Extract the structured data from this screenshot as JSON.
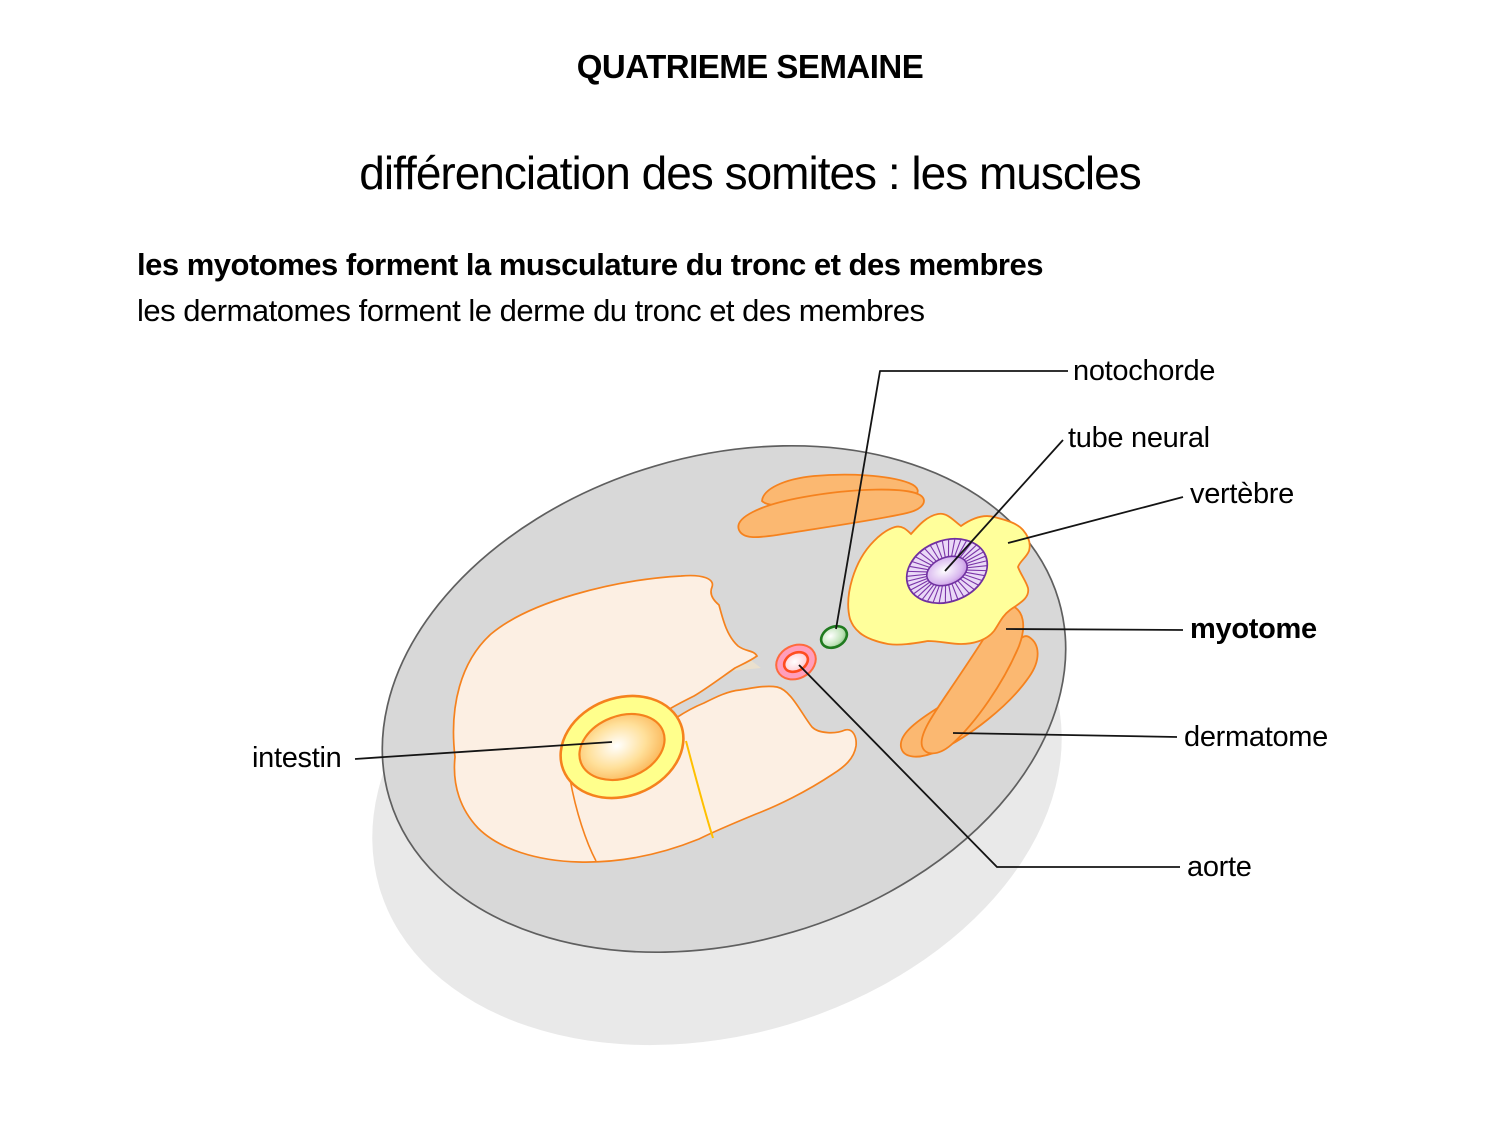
{
  "slide": {
    "title": "QUATRIEME SEMAINE",
    "subtitle": "différenciation des somites : les muscles",
    "statements": [
      {
        "text": "les myotomes forment la musculature du tronc et des membres"
      },
      {
        "text": "les dermatomes forment le derme du tronc et des membres"
      }
    ]
  },
  "diagram": {
    "labels": [
      {
        "text": "notochorde"
      },
      {
        "text": "tube neural"
      },
      {
        "text": "vertèbre"
      },
      {
        "text": "myotome"
      },
      {
        "text": "dermatome"
      },
      {
        "text": "aorte"
      },
      {
        "text": "intestin"
      }
    ],
    "colors": {
      "disc_gray": "#D8D8D8",
      "shadow_gray": "#E9E9E9",
      "outline_orange": "#F5821E",
      "somite_orange": "#FBB871",
      "vertebra_yellow": "#FFFF9B",
      "neural_purple": "#7030A0",
      "neural_fill": "#EAD9F7",
      "notochord_green": "#1F7A1F",
      "aorta_pink": "#FF9EBB",
      "gut_yellow": "#FFFF8C",
      "body_peach": "#FCEFE3",
      "wedge_beige": "#EAE0CE",
      "leader_black": "#141414"
    }
  }
}
